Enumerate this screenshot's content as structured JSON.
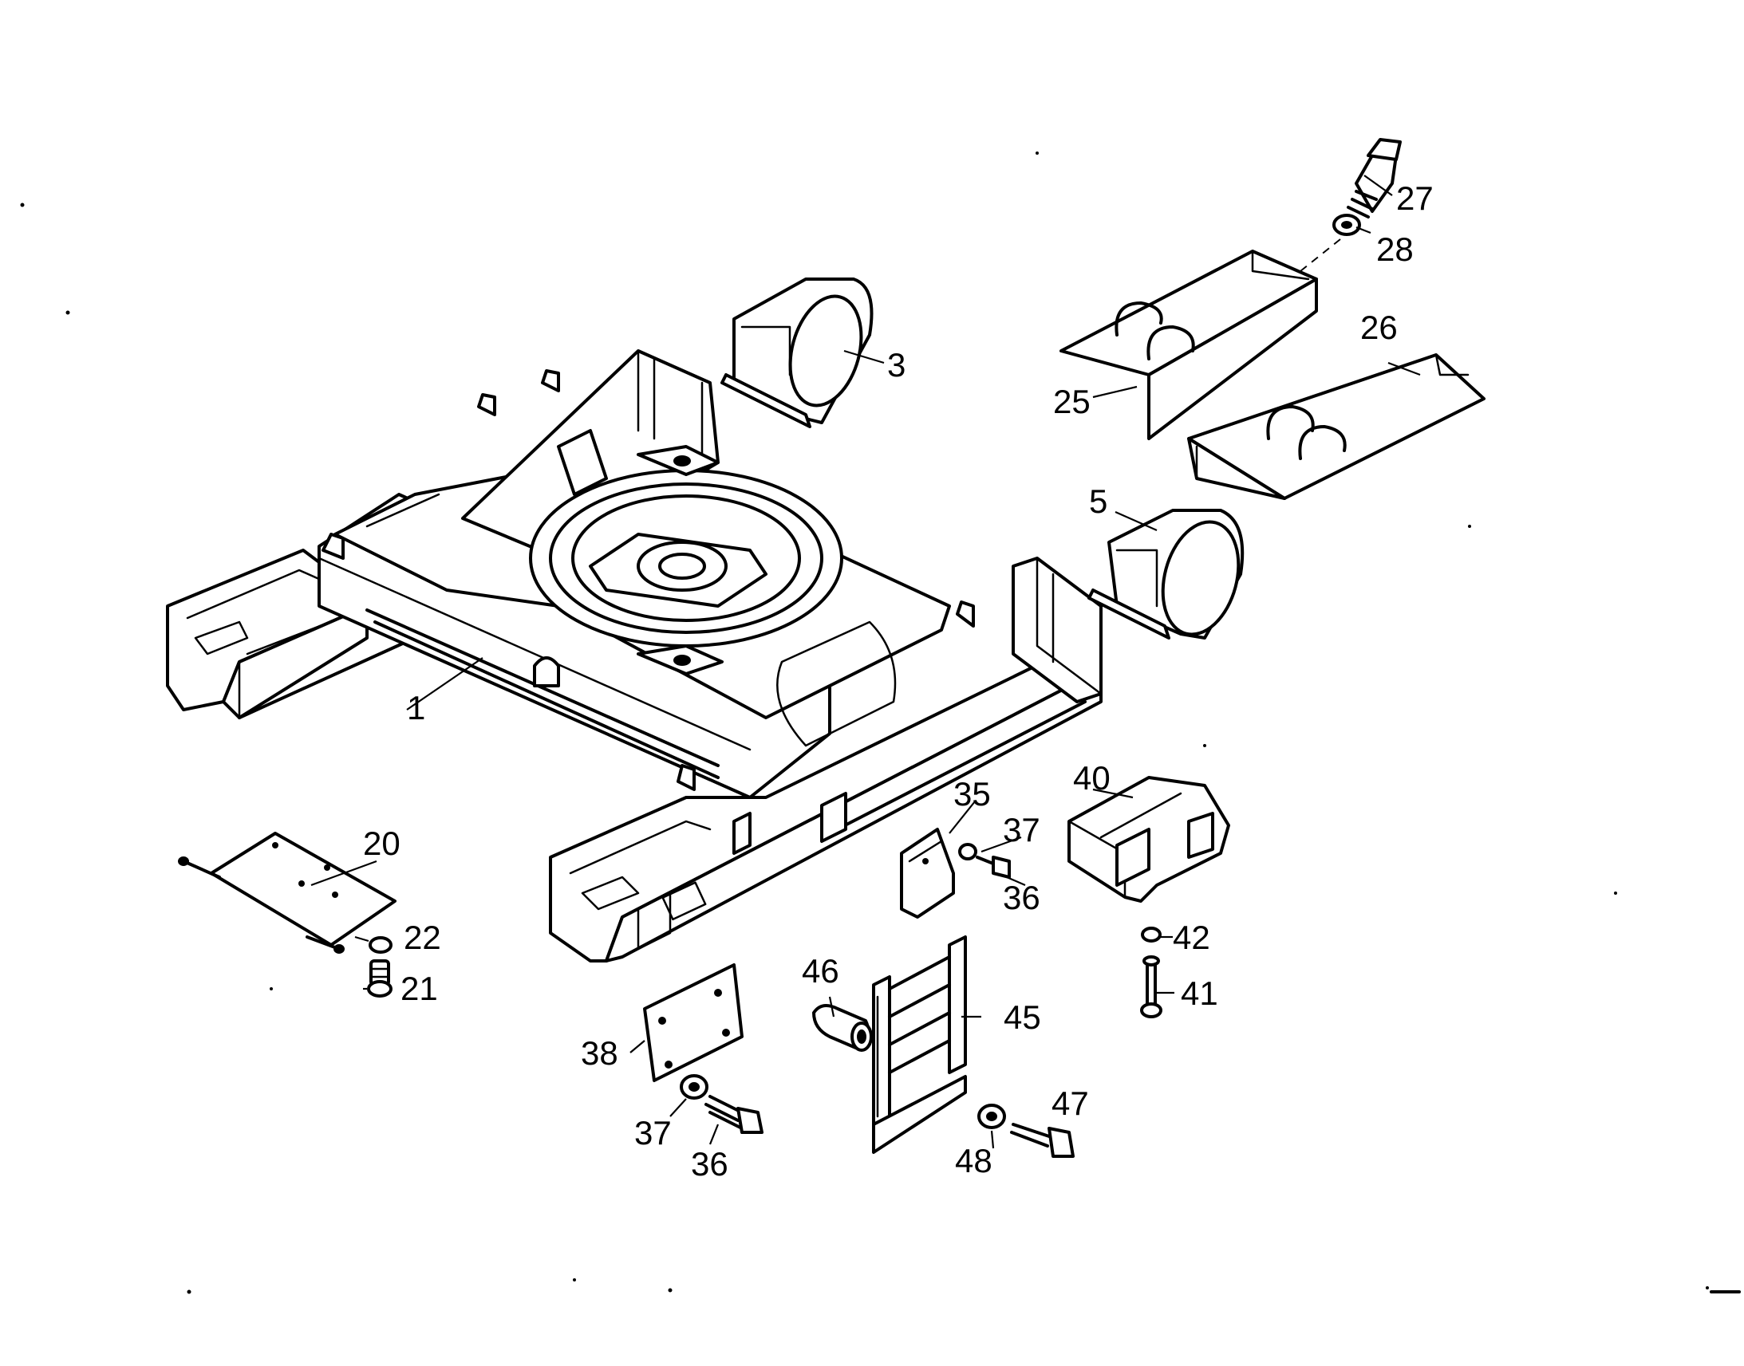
{
  "labels": {
    "p1": "1",
    "p3": "3",
    "p5": "5",
    "p20": "20",
    "p21": "21",
    "p22": "22",
    "p25": "25",
    "p26": "26",
    "p27": "27",
    "p28": "28",
    "p35": "35",
    "p36a": "36",
    "p36b": "36",
    "p37a": "37",
    "p37b": "37",
    "p38": "38",
    "p40": "40",
    "p41": "41",
    "p42": "42",
    "p45": "45",
    "p46": "46",
    "p47": "47",
    "p48": "48"
  },
  "colors": {
    "ink": "#000000",
    "paper": "#ffffff"
  }
}
